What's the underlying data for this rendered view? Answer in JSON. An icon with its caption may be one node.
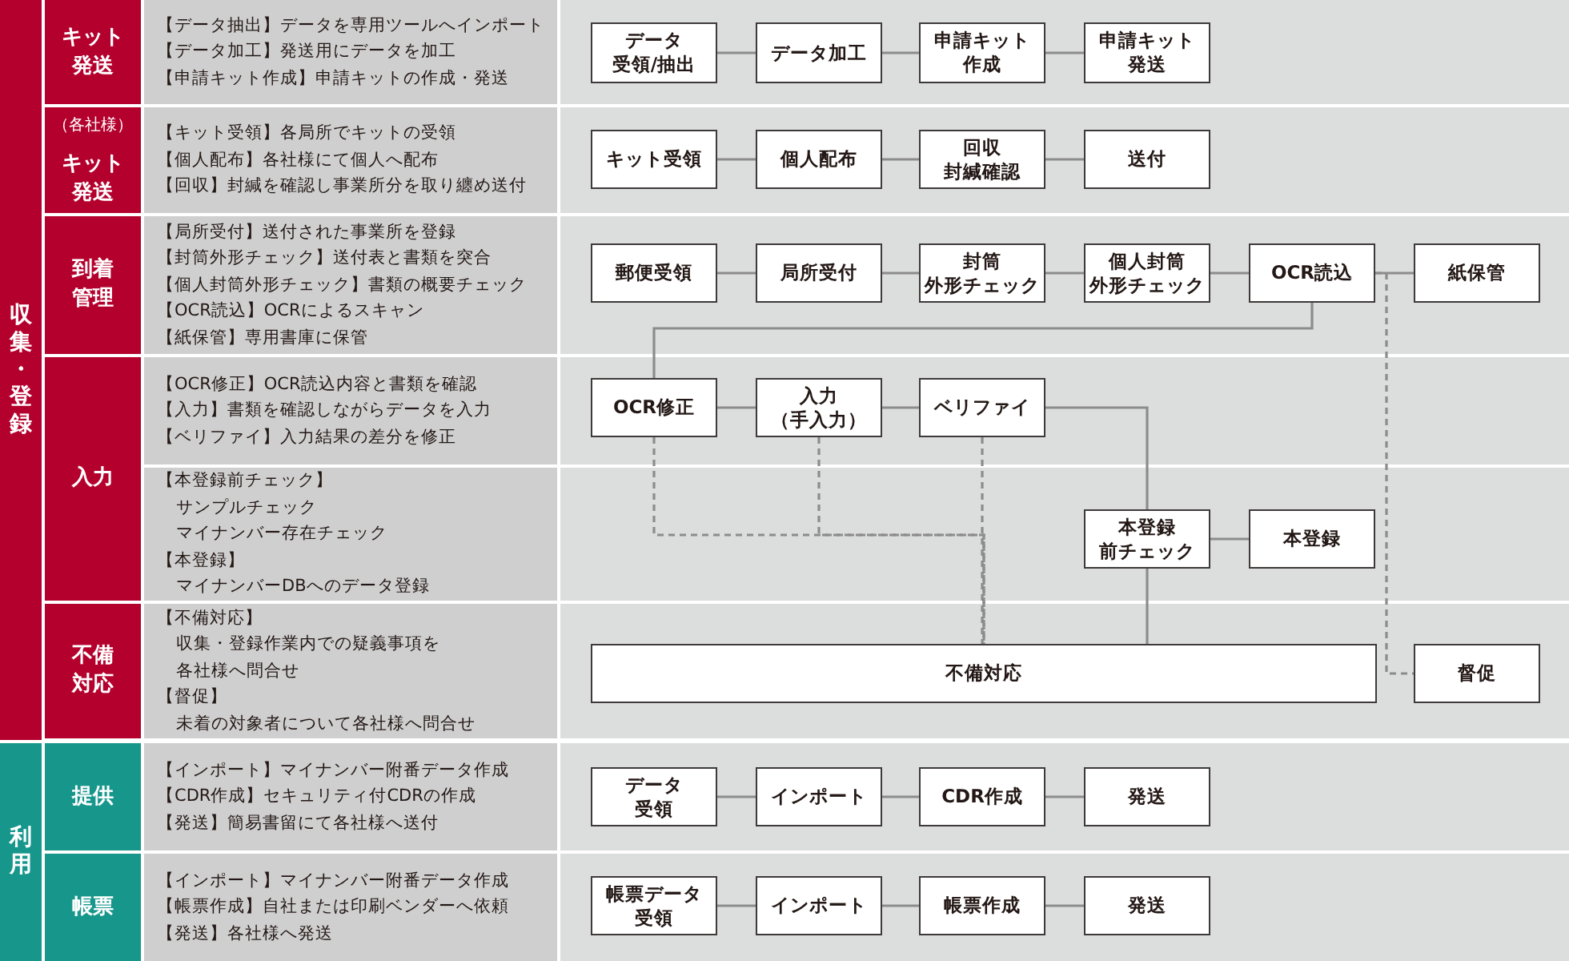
{
  "diagram": {
    "nodes": [
      {
        "text": [
          "収集・登録"
        ]
      },
      {
        "text": [
          "キット発送"
        ]
      },
      {
        "text": [
          "【データ抽出】データを専用ツールへインポート",
          "【データ加工】発送用にデータを加工",
          "【申請キット作成】申請キットの作成・発送"
        ]
      },
      {
        "text": [
          "データ受領/抽出"
        ]
      },
      {
        "text": [
          "データ加工"
        ]
      },
      {
        "text": [
          "申請キット作成"
        ]
      },
      {
        "text": [
          "申請キット発送"
        ]
      },
      {
        "text": [
          "（各社様）",
          "キット発送"
        ]
      },
      {
        "text": [
          "【キット受領】各局所でキットの受領",
          "【個人配布】各社様にて個人へ配布",
          "【回収】封緘を確認し事業所分を取り纏め送付"
        ]
      },
      {
        "text": [
          "キット受領"
        ]
      },
      {
        "text": [
          "個人配布"
        ]
      },
      {
        "text": [
          "回収封緘確認"
        ]
      },
      {
        "text": [
          "送付"
        ]
      },
      {
        "text": [
          "到着管理"
        ]
      },
      {
        "text": [
          "【局所受付】送付された事業所を登録",
          "【封筒外形チェック】送付表と書類を突合",
          "【個人封筒外形チェック】書類の概要チェック",
          "【OCR読込】OCRによるスキャン",
          "【紙保管】専用書庫に保管"
        ]
      },
      {
        "text": [
          "郵便受領"
        ]
      },
      {
        "text": [
          "局所受付"
        ]
      },
      {
        "text": [
          "封筒外形チェック"
        ]
      },
      {
        "text": [
          "個人封筒外形チェック"
        ]
      },
      {
        "text": [
          "OCR読込"
        ]
      },
      {
        "text": [
          "紙保管"
        ]
      },
      {
        "text": [
          "入力"
        ]
      },
      {
        "text": [
          "【OCR修正】OCR読込内容と書類を確認",
          "【入力】書類を確認しながらデータを入力",
          "【ベリファイ】入力結果の差分を修正"
        ]
      },
      {
        "text": [
          "【本登録前チェック】",
          "サンプルチェック",
          "マイナンバー存在チェック",
          "【本登録】",
          "マイナンバーDBへのデータ登録"
        ]
      },
      {
        "text": [
          "OCR修正"
        ]
      },
      {
        "text": [
          "入力（手入力）"
        ]
      },
      {
        "text": [
          "ベリファイ"
        ]
      },
      {
        "text": [
          "本登録前チェック"
        ]
      },
      {
        "text": [
          "本登録"
        ]
      },
      {
        "text": [
          "不備対応"
        ]
      },
      {
        "text": [
          "【不備対応】",
          "収集・登録作業内での疑義事項を各社様へ問合せ",
          "【督促】",
          "未着の対象者について各社様へ問合せ"
        ]
      },
      {
        "text": [
          "不備対応"
        ]
      },
      {
        "text": [
          "督促"
        ]
      },
      {
        "text": [
          "利用"
        ]
      },
      {
        "text": [
          "提供"
        ]
      },
      {
        "text": [
          "【インポート】マイナンバー附番データ作成",
          "【CDR作成】セキュリティ付CDRの作成",
          "【発送】簡易書留にて各社様へ送付"
        ]
      },
      {
        "text": [
          "データ受領"
        ]
      },
      {
        "text": [
          "インポート"
        ]
      },
      {
        "text": [
          "CDR作成"
        ]
      },
      {
        "text": [
          "発送"
        ]
      },
      {
        "text": [
          "帳票"
        ]
      },
      {
        "text": [
          "【インポート】マイナンバー附番データ作成",
          "【帳票作成】自社または印刷ベンダーへ依頼",
          "【発送】各社様へ発送"
        ]
      },
      {
        "text": [
          "帳票データ受領"
        ]
      },
      {
        "text": [
          "インポート"
        ]
      },
      {
        "text": [
          "帳票作成"
        ]
      },
      {
        "text": [
          "発送"
        ]
      }
    ],
    "edges": [
      {
        "from": 3,
        "to": 4,
        "arrow": "none"
      },
      {
        "from": 4,
        "to": 5,
        "arrow": "none"
      },
      {
        "from": 5,
        "to": 6,
        "arrow": "none"
      },
      {
        "from": 9,
        "to": 10,
        "arrow": "none"
      },
      {
        "from": 10,
        "to": 11,
        "arrow": "none"
      },
      {
        "from": 11,
        "to": 12,
        "arrow": "none"
      },
      {
        "from": 15,
        "to": 16,
        "arrow": "none"
      },
      {
        "from": 16,
        "to": 17,
        "arrow": "none"
      },
      {
        "from": 17,
        "to": 18,
        "arrow": "none"
      },
      {
        "from": 18,
        "to": 19,
        "arrow": "none"
      },
      {
        "from": 19,
        "to": 20,
        "arrow": "none"
      },
      {
        "from": 19,
        "to": 24,
        "arrow": "none"
      },
      {
        "from": 19,
        "to": 32,
        "arrow": "none",
        "style": "dashed"
      },
      {
        "from": 24,
        "to": 25,
        "arrow": "none"
      },
      {
        "from": 25,
        "to": 26,
        "arrow": "none"
      },
      {
        "from": 26,
        "to": 27,
        "arrow": "none"
      },
      {
        "from": 27,
        "to": 28,
        "arrow": "none"
      },
      {
        "from": 27,
        "to": 31,
        "arrow": "none"
      },
      {
        "from": 24,
        "to": 31,
        "arrow": "none",
        "style": "dashed"
      },
      {
        "from": 25,
        "to": 31,
        "arrow": "none",
        "style": "dashed"
      },
      {
        "from": 26,
        "to": 31,
        "arrow": "none",
        "style": "dashed"
      },
      {
        "from": 36,
        "to": 37,
        "arrow": "none"
      },
      {
        "from": 37,
        "to": 38,
        "arrow": "none"
      },
      {
        "from": 38,
        "to": 39,
        "arrow": "none"
      },
      {
        "from": 42,
        "to": 43,
        "arrow": "none"
      },
      {
        "from": 43,
        "to": 44,
        "arrow": "none"
      },
      {
        "from": 44,
        "to": 45,
        "arrow": "none"
      }
    ]
  }
}
